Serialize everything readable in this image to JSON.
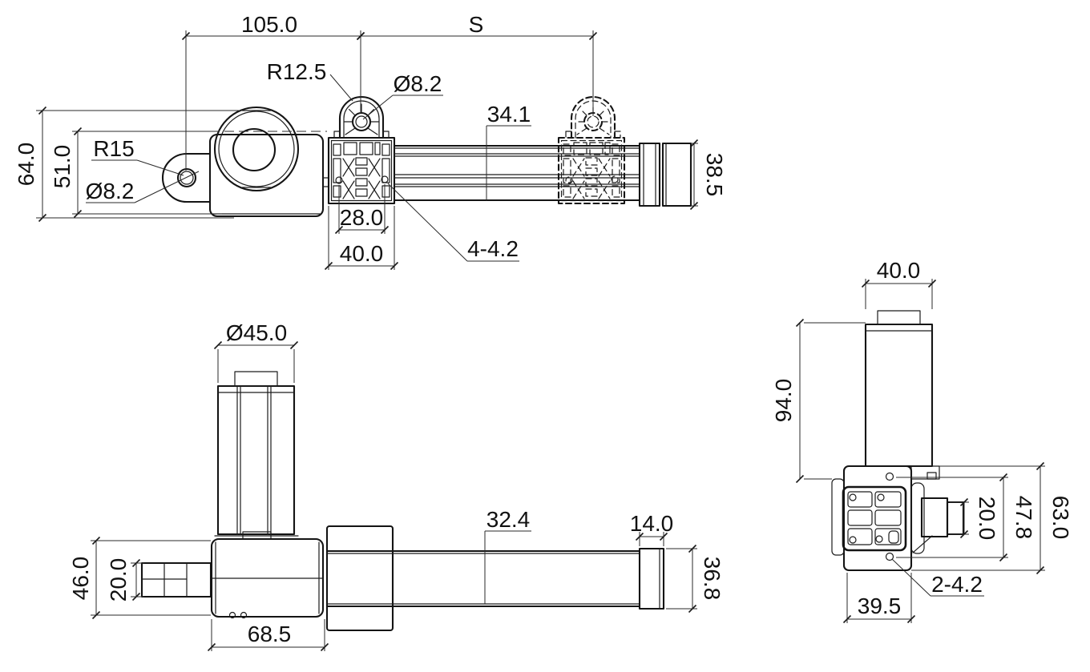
{
  "dimensions": {
    "top_view": {
      "mount_span": "105.0",
      "stroke": "S",
      "bracket_radius": "R12.5",
      "bracket_hole_dia": "Ø8.2",
      "tube_width": "34.1",
      "overall_height": "64.0",
      "axis_height": "51.0",
      "clevis_radius": "R15",
      "clevis_hole_dia": "Ø8.2",
      "hole_spacing": "28.0",
      "block_width": "40.0",
      "mount_holes": "4-4.2",
      "end_height": "38.5"
    },
    "front_view": {
      "motor_dia": "Ø45.0",
      "rear_height": "46.0",
      "clevis_thickness": "20.0",
      "housing_length": "68.5",
      "rod_width": "32.4",
      "rod_end_length": "14.0",
      "rod_end_height": "36.8"
    },
    "side_view": {
      "motor_width": "40.0",
      "motor_length": "94.0",
      "shaft_width": "20.0",
      "hole_span": "47.8",
      "housing_height": "63.0",
      "housing_width": "39.5",
      "screw_holes": "2-4.2"
    }
  }
}
